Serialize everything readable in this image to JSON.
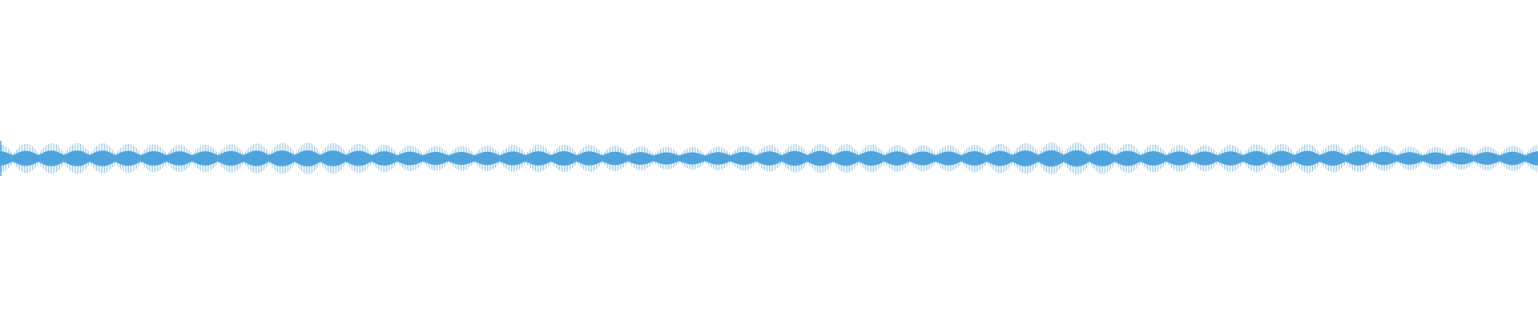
{
  "waveform": {
    "color": "#4fa3dd",
    "light_color": "#a9d0ee",
    "background": "#ffffff",
    "beat_cycles": 60,
    "peak_amplitude": 0.1,
    "trough_amplitude": 0.035,
    "start_transient_amplitude": 0.11
  }
}
